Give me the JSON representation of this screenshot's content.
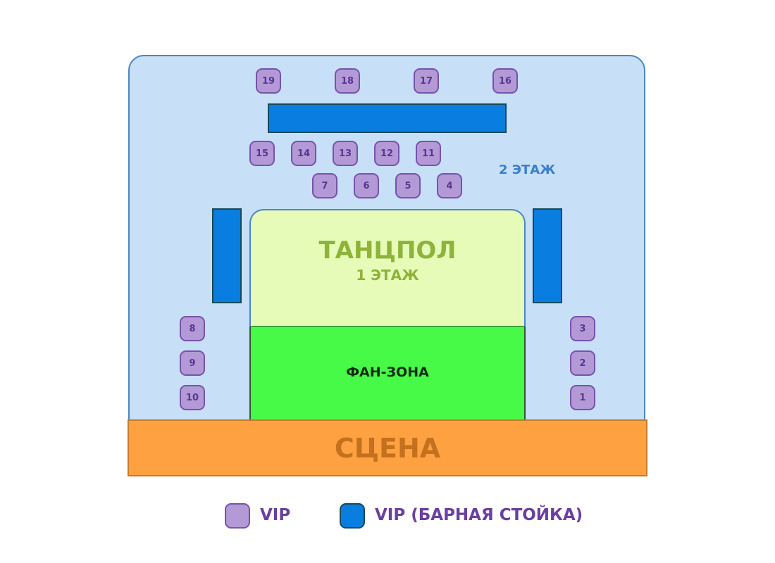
{
  "floor2_label": "2 ЭТАЖ",
  "dancefloor": {
    "title": "ТАНЦПОЛ",
    "subtitle": "1 ЭТАЖ"
  },
  "fanzone": {
    "label": "ФАН-ЗОНА"
  },
  "stage": {
    "label": "СЦЕНА"
  },
  "tables": [
    "1",
    "2",
    "3",
    "4",
    "5",
    "6",
    "7",
    "8",
    "9",
    "10",
    "11",
    "12",
    "13",
    "14",
    "15",
    "16",
    "17",
    "18",
    "19"
  ],
  "legend": {
    "vip_label": "VIP",
    "bar_label": "VIP (БАРНАЯ СТОЙКА)"
  },
  "colors": {
    "hall": "#c7dff7",
    "vip_table": "#b39ad6",
    "bar_counter": "#0a7de0",
    "dancefloor": "#e6fbb8",
    "fanzone": "#48fa48",
    "stage": "#fda141"
  }
}
